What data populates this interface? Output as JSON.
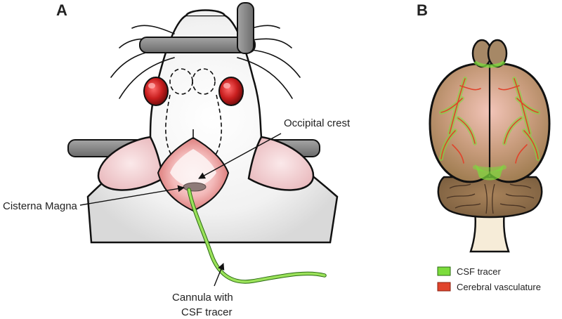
{
  "panels": {
    "a": {
      "label": "A"
    },
    "b": {
      "label": "B"
    }
  },
  "annotations": {
    "occipital_crest": "Occipital crest",
    "cisterna_magna": "Cisterna Magna",
    "cannula_line1": "Cannula with",
    "cannula_line2": "CSF tracer"
  },
  "legend": {
    "items": [
      {
        "label": "CSF tracer",
        "color": "#7cdc3c"
      },
      {
        "label": "Cerebral vasculature",
        "color": "#e0442c"
      }
    ]
  },
  "colors": {
    "outline": "#111111",
    "frame_gray": "#7e7e7e",
    "eye_red": "#c81e1e",
    "incision_pink": "#e58f8f",
    "brain_tan": "#b8946a",
    "csf_green": "#7cdc3c",
    "vessel_red": "#e0442c"
  }
}
